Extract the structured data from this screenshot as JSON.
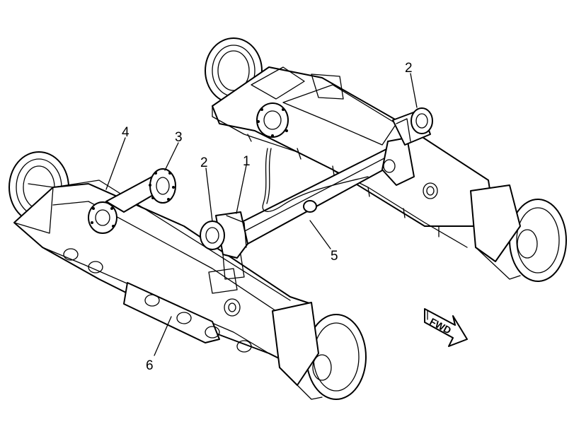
{
  "callouts": [
    {
      "id": "1",
      "label": "1"
    },
    {
      "id": "2a",
      "label": "2"
    },
    {
      "id": "2b",
      "label": "2"
    },
    {
      "id": "3",
      "label": "3"
    },
    {
      "id": "4",
      "label": "4"
    },
    {
      "id": "5",
      "label": "5"
    },
    {
      "id": "6",
      "label": "6"
    }
  ],
  "direction_arrow": {
    "label": "FWD"
  }
}
